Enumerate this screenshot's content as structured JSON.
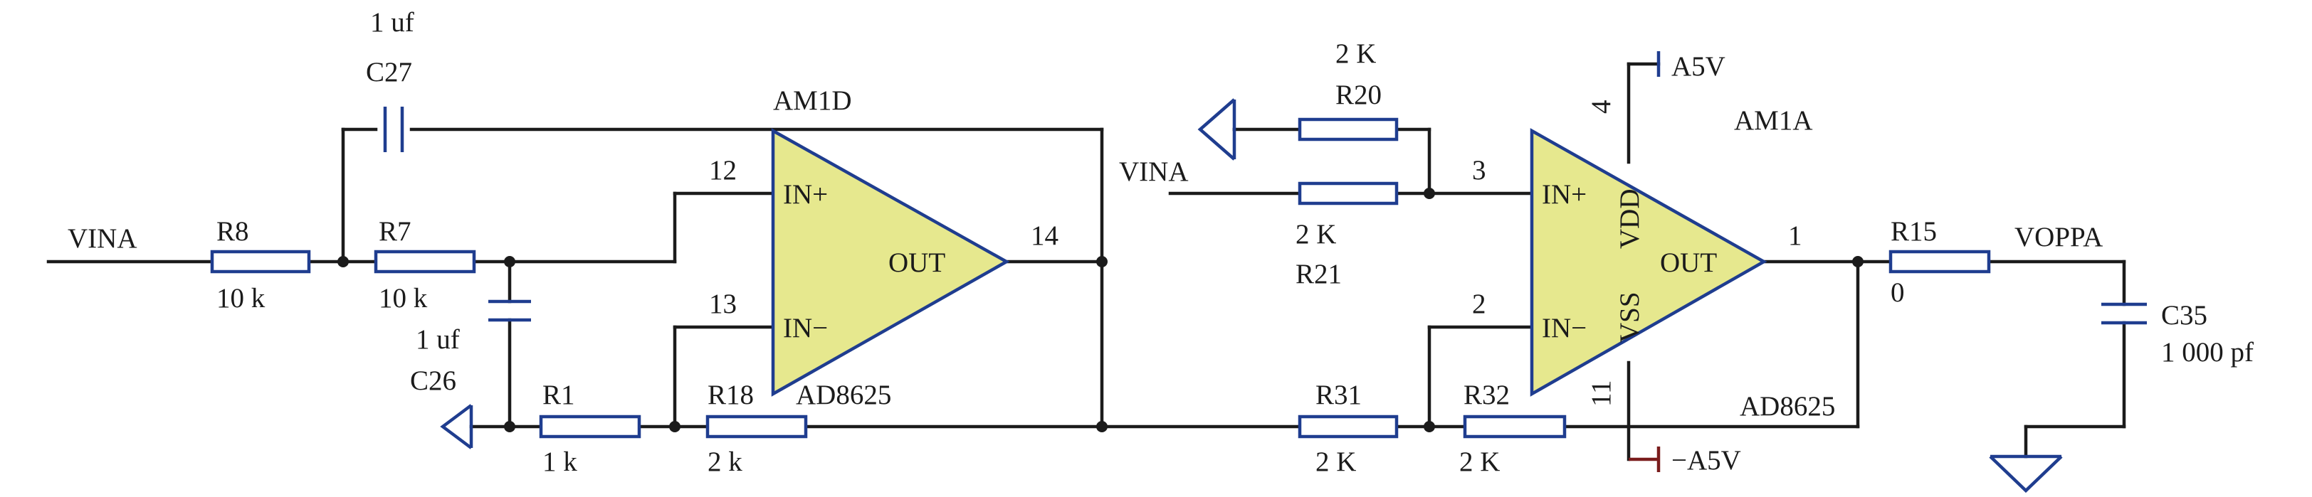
{
  "nets": {
    "vina_left": "VINA",
    "vina_right": "VINA",
    "voppa": "VOPPA",
    "pos_supply": "A5V",
    "neg_supply": "−A5V"
  },
  "capacitors": {
    "c27": {
      "ref": "C27",
      "value": "1 uf"
    },
    "c26": {
      "ref": "C26",
      "value": "1 uf"
    },
    "c35": {
      "ref": "C35",
      "value": "1 000 pf"
    }
  },
  "resistors": {
    "r8": {
      "ref": "R8",
      "value": "10 k"
    },
    "r7": {
      "ref": "R7",
      "value": "10 k"
    },
    "r1": {
      "ref": "R1",
      "value": "1 k"
    },
    "r18": {
      "ref": "R18",
      "value": "2 k"
    },
    "r20": {
      "ref": "R20",
      "value": "2 K"
    },
    "r21": {
      "ref": "R21",
      "value": "2 K"
    },
    "r31": {
      "ref": "R31",
      "value": "2 K"
    },
    "r32": {
      "ref": "R32",
      "value": "2 K"
    },
    "r15": {
      "ref": "R15",
      "value": "0"
    }
  },
  "opamp_left": {
    "ref": "AM1D",
    "part": "AD8625",
    "in_plus": "IN+",
    "in_minus": "IN−",
    "out": "OUT",
    "pin_in_plus": "12",
    "pin_in_minus": "13",
    "pin_out": "14"
  },
  "opamp_right": {
    "ref": "AM1A",
    "part": "AD8625",
    "in_plus": "IN+",
    "in_minus": "IN−",
    "out": "OUT",
    "vdd": "VDD",
    "vss": "VSS",
    "pin_in_plus": "3",
    "pin_in_minus": "2",
    "pin_out": "1",
    "pin_vdd": "4",
    "pin_vss": "11"
  },
  "colors": {
    "wire": "#1b1b1b",
    "component": "#1f3d8f",
    "opamp_fill": "#e6e88e",
    "neg_supply_bar": "#7a1c1c"
  },
  "icons": {
    "ground": "ground-triangle-icon",
    "supply": "supply-bar-icon"
  }
}
